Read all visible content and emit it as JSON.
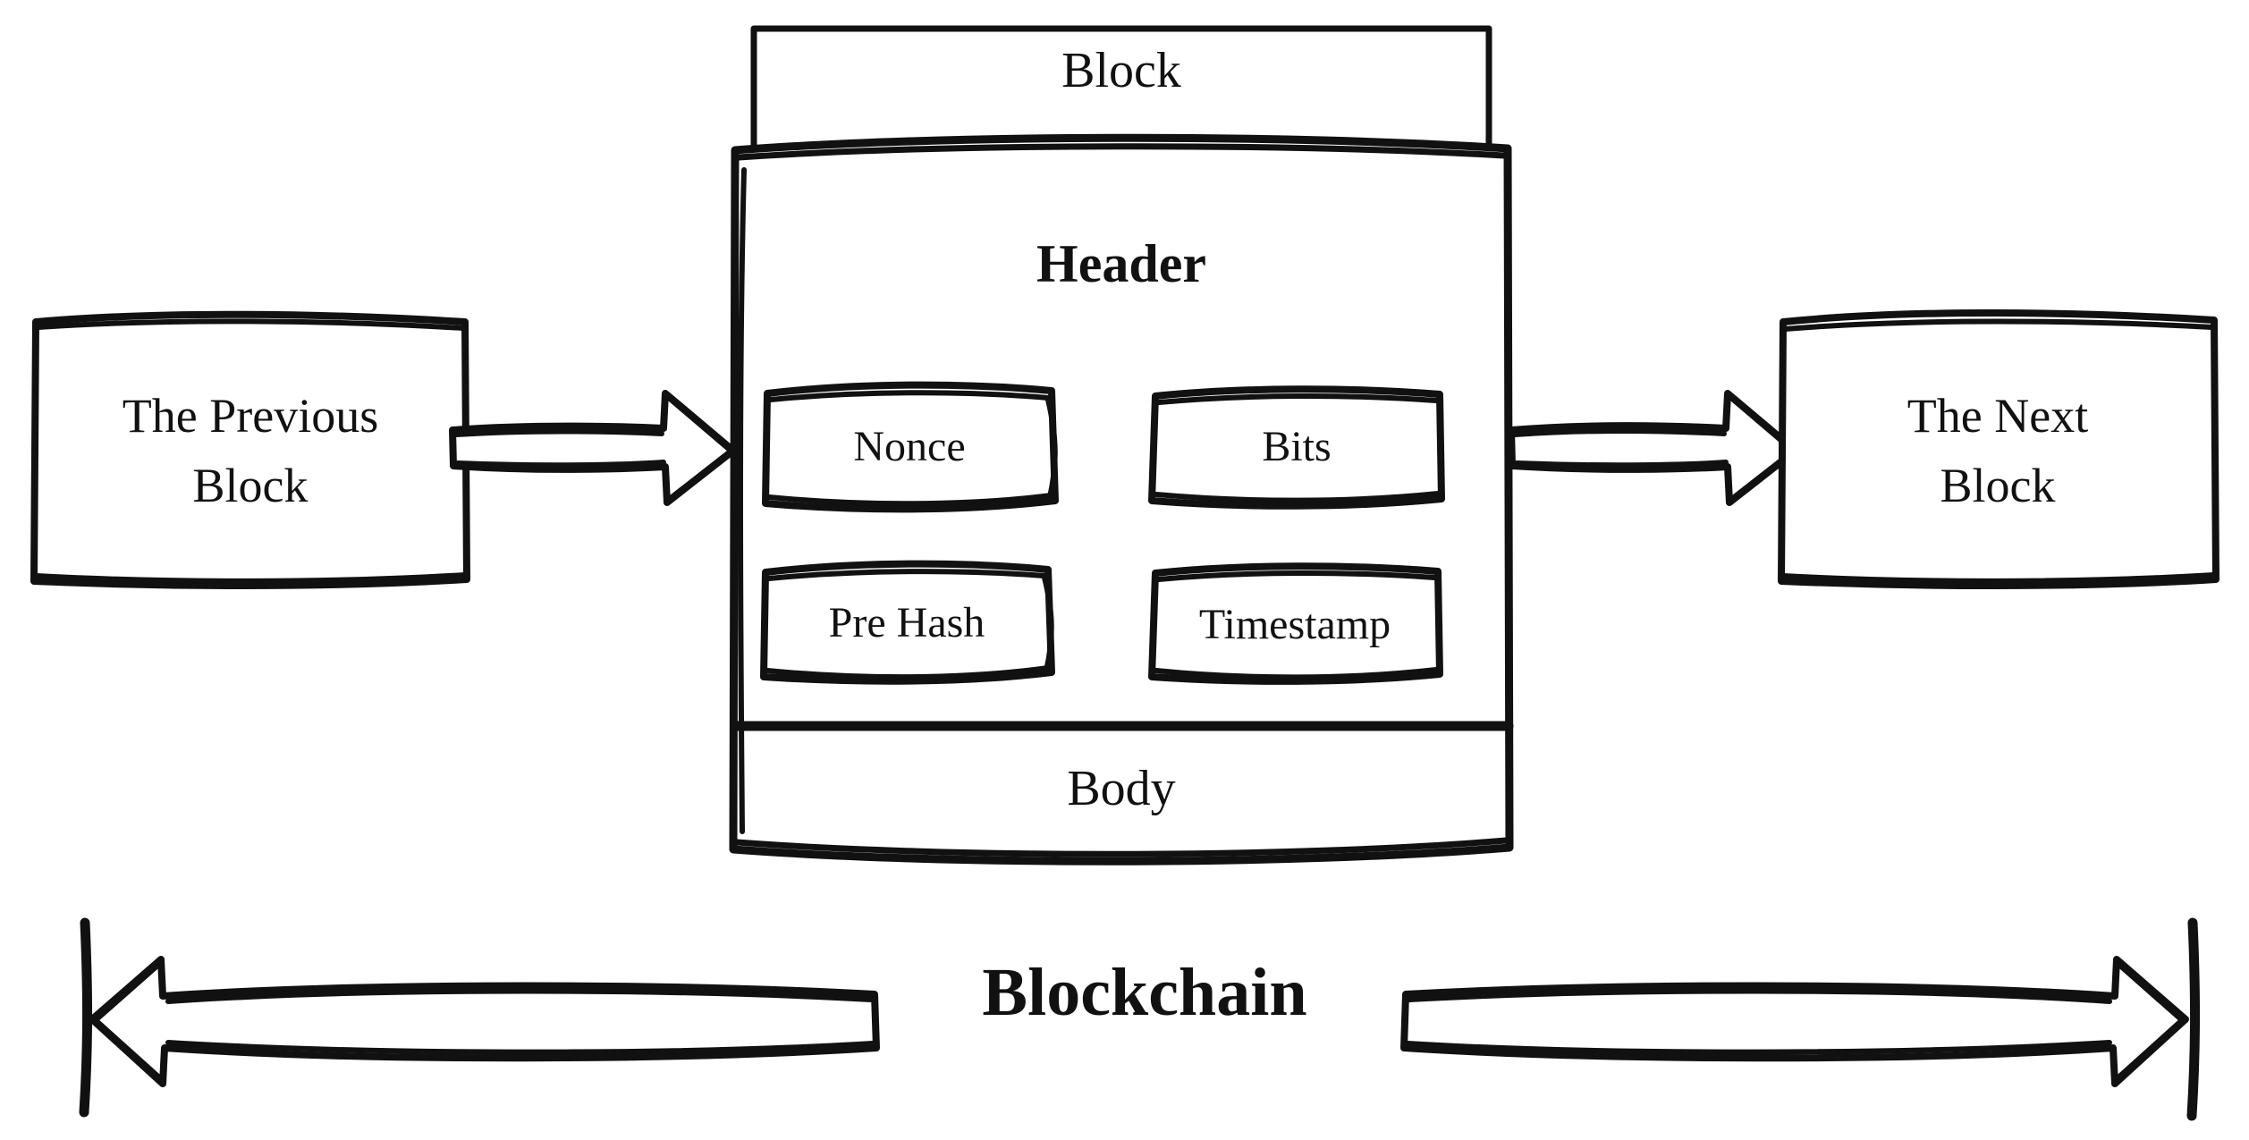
{
  "diagram": {
    "title": "Blockchain block structure",
    "background_color": "#ffffff",
    "stroke_color": "#111111",
    "style": "hand-drawn sketch outline"
  },
  "previous_block": {
    "label": "The Previous\nBlock"
  },
  "next_block": {
    "label": "The Next\nBlock"
  },
  "block": {
    "title": "Block",
    "header": {
      "title": "Header",
      "fields": [
        {
          "label": "Nonce"
        },
        {
          "label": "Bits"
        },
        {
          "label": "Pre Hash"
        },
        {
          "label": "Timestamp"
        }
      ]
    },
    "body": {
      "title": "Body"
    }
  },
  "chain": {
    "label": "Blockchain",
    "left_arrow_direction": "left",
    "right_arrow_direction": "right",
    "end_caps": "vertical-bar"
  },
  "connectors": [
    {
      "from": "The Previous Block",
      "to": "Block",
      "direction": "right"
    },
    {
      "from": "Block",
      "to": "The Next Block",
      "direction": "right"
    }
  ]
}
